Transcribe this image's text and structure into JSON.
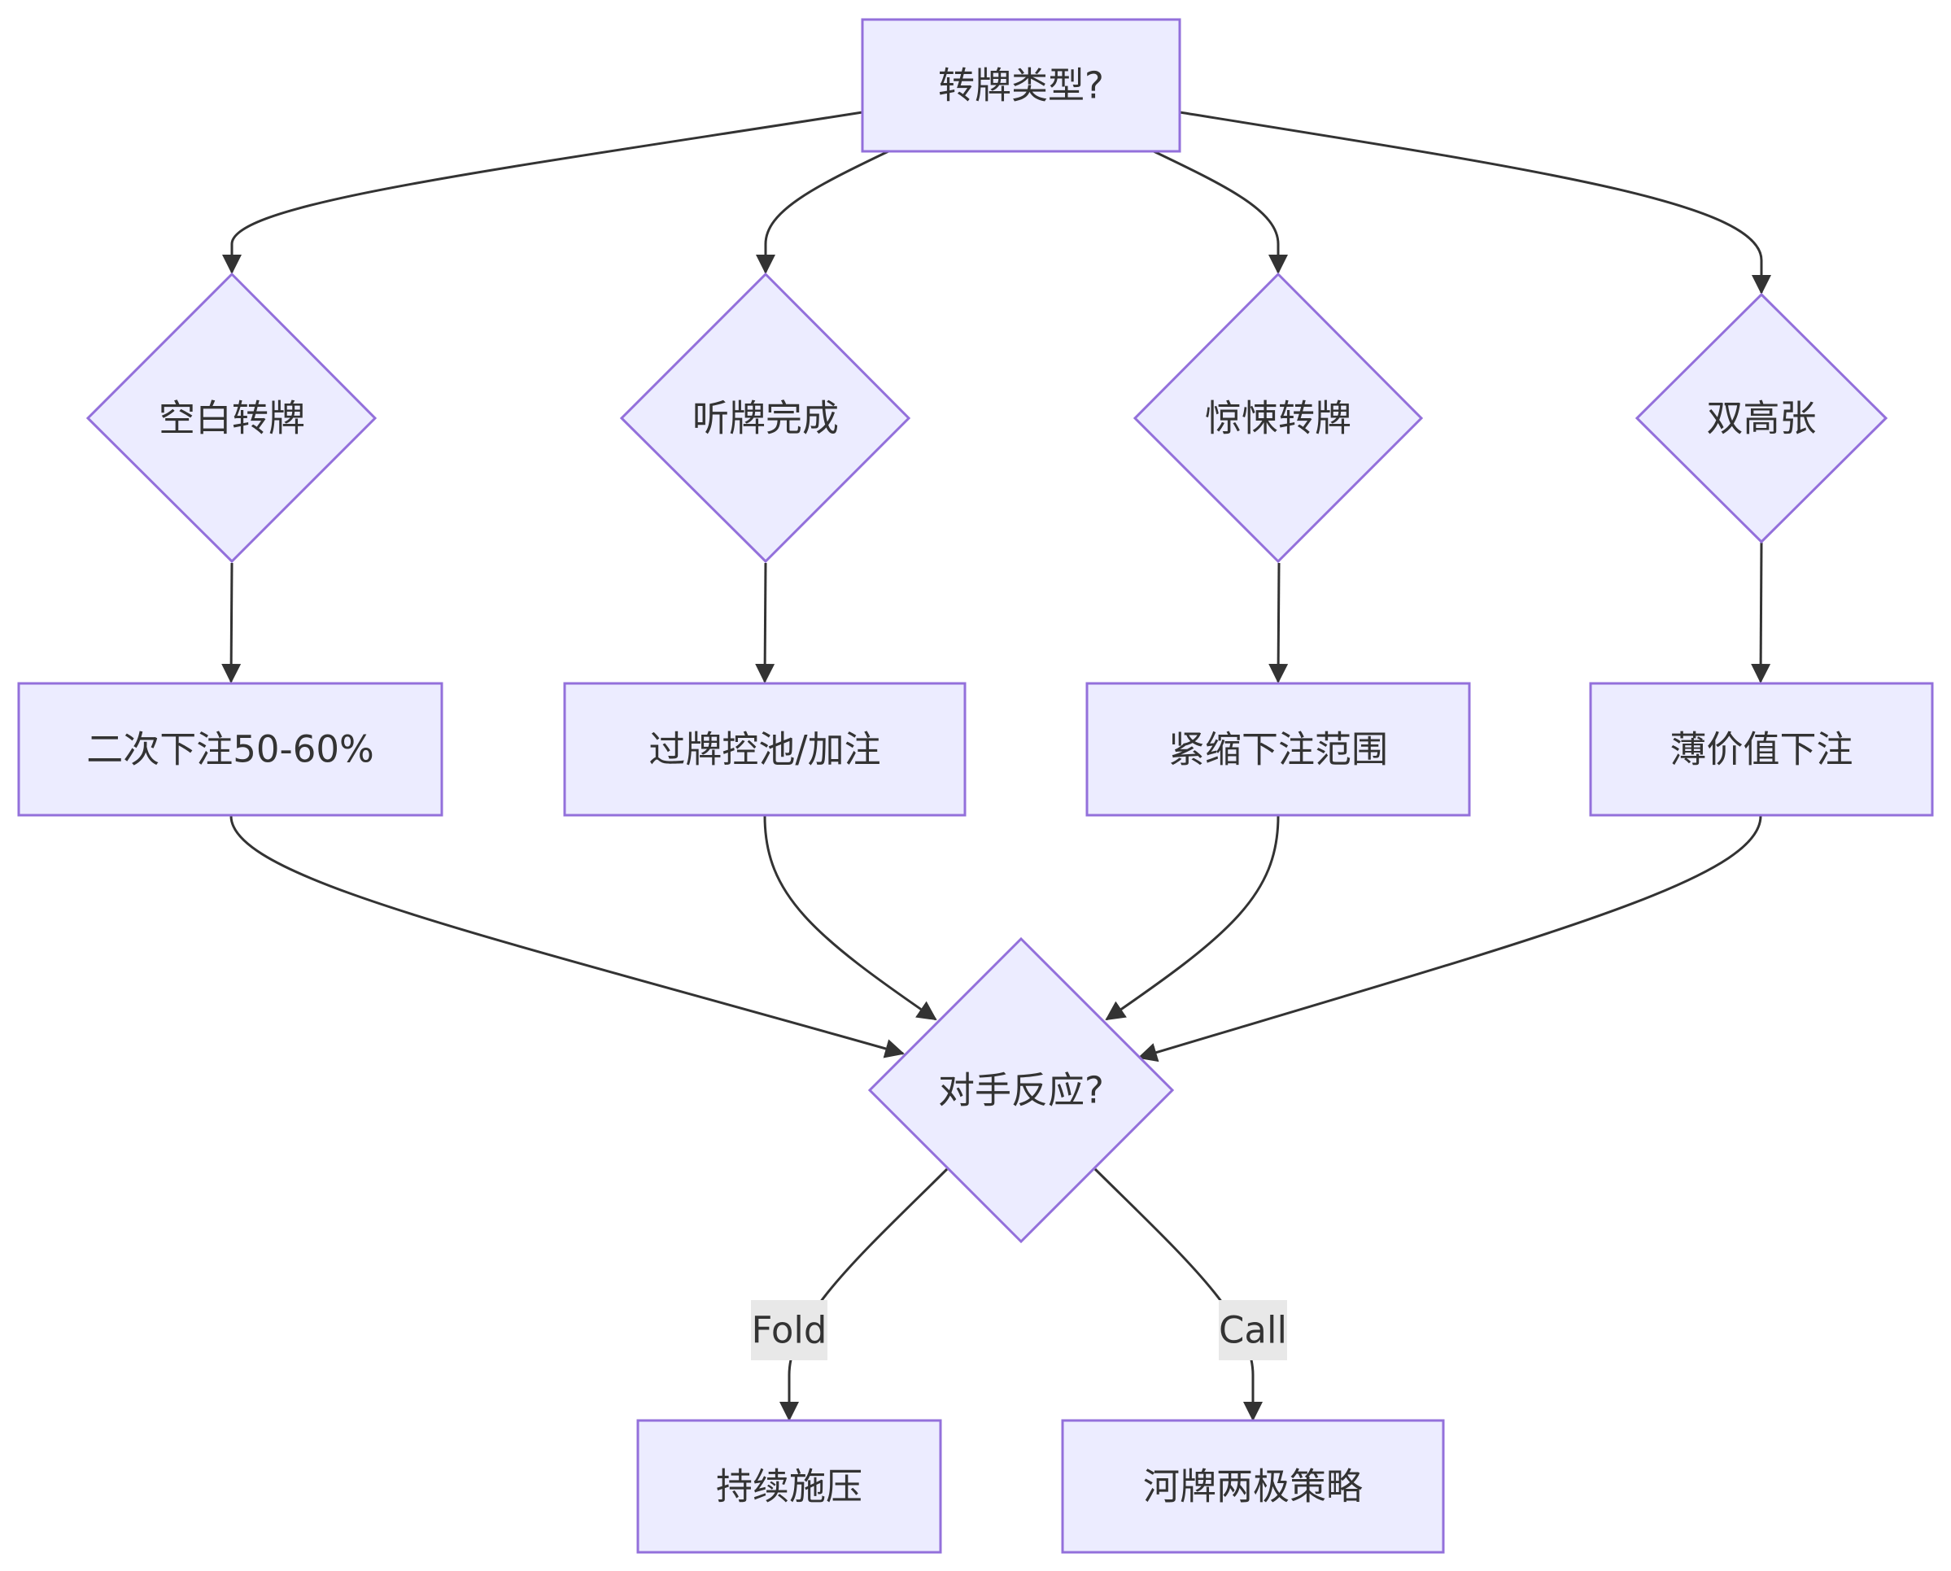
{
  "nodes": {
    "turn_type": "转牌类型?",
    "blank_turn": "空白转牌",
    "draw_completed": "听牌完成",
    "scare_turn": "惊悚转牌",
    "double_overcards": "双高张",
    "second_barrel": "二次下注50-60%",
    "check_or_raise": "过牌控池/加注",
    "tighten_range": "紧缩下注范围",
    "thin_value": "薄价值下注",
    "opponent_reaction": "对手反应?",
    "keep_pressure": "持续施压",
    "river_polarized": "河牌两极策略"
  },
  "edge_labels": {
    "fold": "Fold",
    "call": "Call"
  },
  "colors": {
    "node_fill": "#ECECFF",
    "node_stroke": "#9370DB",
    "edge": "#333333",
    "edge_label_bg": "#E8E8E8"
  }
}
